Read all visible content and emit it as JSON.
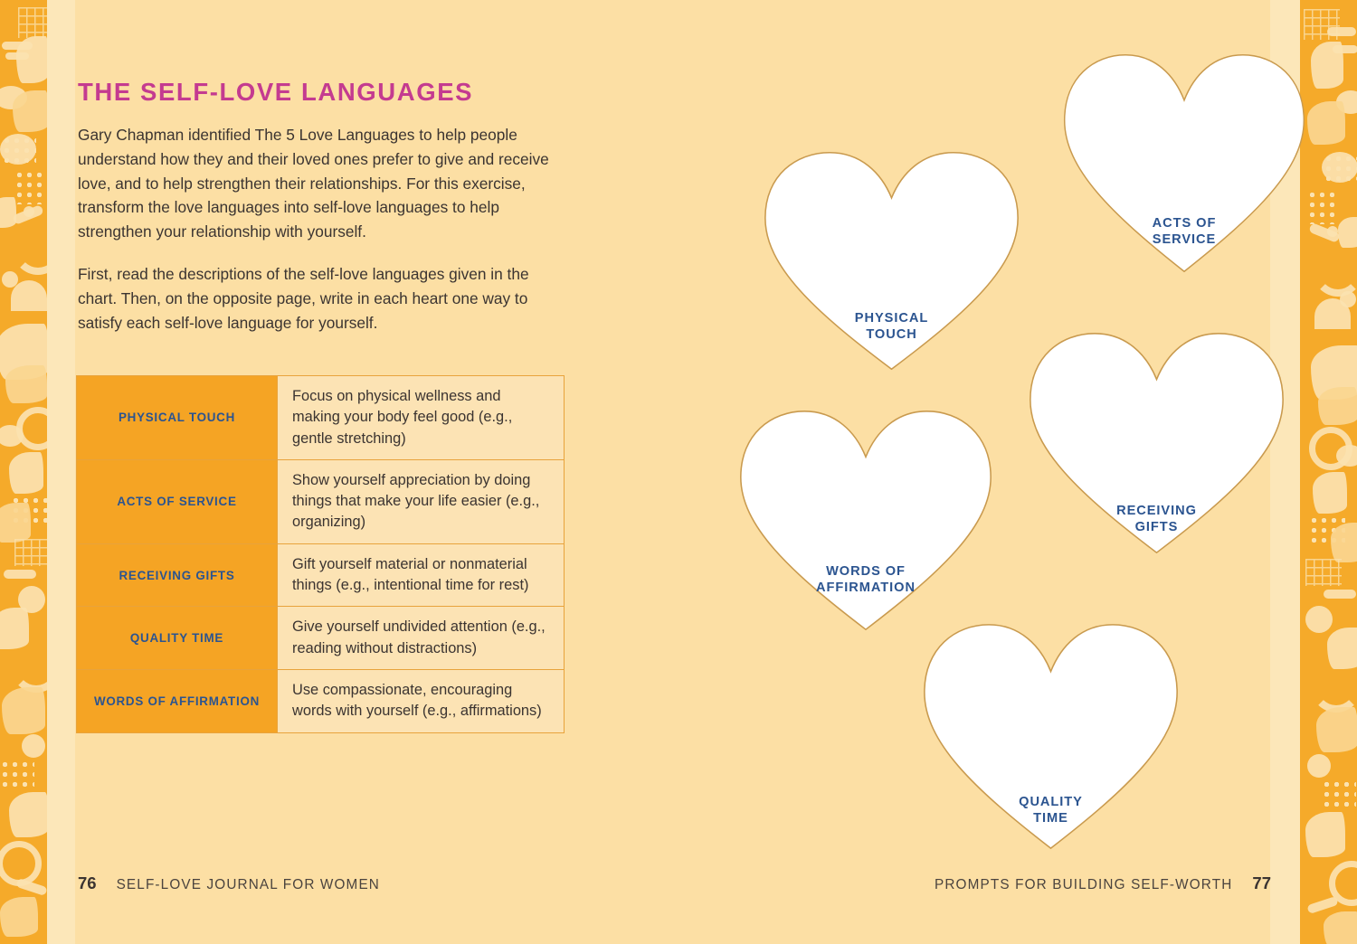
{
  "page": {
    "background_color": "#FCDFA4",
    "band_color": "#F5AA2A",
    "strip_color": "#FCE7B9",
    "accent_magenta": "#C43B90",
    "accent_blue": "#2B5490",
    "accent_orange": "#F5A424",
    "body_text_color": "#3B3431"
  },
  "left_page": {
    "title": "THE SELF-LOVE LANGUAGES",
    "paragraphs": [
      "Gary Chapman identified The 5 Love Languages to help people understand how they and their loved ones prefer to give and receive love, and to help strengthen their relationships. For this exercise, transform the love languages into self-love languages to help strengthen your relationship with yourself.",
      "First, read the descriptions of the self-love languages given in the chart. Then, on the opposite page, write in each heart one way to satisfy each self-love language for yourself."
    ],
    "table": {
      "rows": [
        {
          "label": "PHYSICAL TOUCH",
          "description": "Focus on physical wellness and making your body feel good (e.g., gentle stretching)"
        },
        {
          "label": "ACTS OF SERVICE",
          "description": "Show yourself appreciation by doing things that make your life easier (e.g., organizing)"
        },
        {
          "label": "RECEIVING GIFTS",
          "description": "Gift yourself material or nonmaterial things (e.g., intentional time for rest)"
        },
        {
          "label": "QUALITY TIME",
          "description": "Give yourself undivided attention (e.g., reading without distractions)"
        },
        {
          "label": "WORDS OF AFFIRMATION",
          "description": "Use compassionate, encouraging words with yourself (e.g., affirmations)"
        }
      ]
    },
    "footer": {
      "page_number": "76",
      "running_head": "SELF-LOVE JOURNAL FOR WOMEN"
    }
  },
  "right_page": {
    "hearts": [
      {
        "label_line1": "PHYSICAL",
        "label_line2": "TOUCH"
      },
      {
        "label_line1": "ACTS OF",
        "label_line2": "SERVICE"
      },
      {
        "label_line1": "WORDS OF",
        "label_line2": "AFFIRMATION"
      },
      {
        "label_line1": "RECEIVING",
        "label_line2": "GIFTS"
      },
      {
        "label_line1": "QUALITY",
        "label_line2": "TIME"
      }
    ],
    "footer": {
      "page_number": "77",
      "running_head": "PROMPTS FOR BUILDING SELF-WORTH"
    }
  }
}
